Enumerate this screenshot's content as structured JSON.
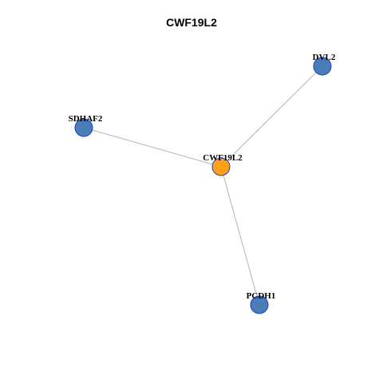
{
  "title": "CWF19L2",
  "colors": {
    "hub_fill": "#ffa018",
    "neighbor_fill": "#4a7db8",
    "node_border": "#1f3fbf",
    "edge": "#b3b3b3"
  },
  "nodes": [
    {
      "id": "CWF19L2",
      "label": "CWF19L2",
      "role": "hub"
    },
    {
      "id": "DVL2",
      "label": "DVL2",
      "role": "neighbor"
    },
    {
      "id": "SDHAF2",
      "label": "SDHAF2",
      "role": "neighbor"
    },
    {
      "id": "PCDH1",
      "label": "PCDH1",
      "role": "neighbor"
    }
  ],
  "edges": [
    {
      "source": "CWF19L2",
      "target": "DVL2"
    },
    {
      "source": "CWF19L2",
      "target": "SDHAF2"
    },
    {
      "source": "CWF19L2",
      "target": "PCDH1"
    }
  ]
}
